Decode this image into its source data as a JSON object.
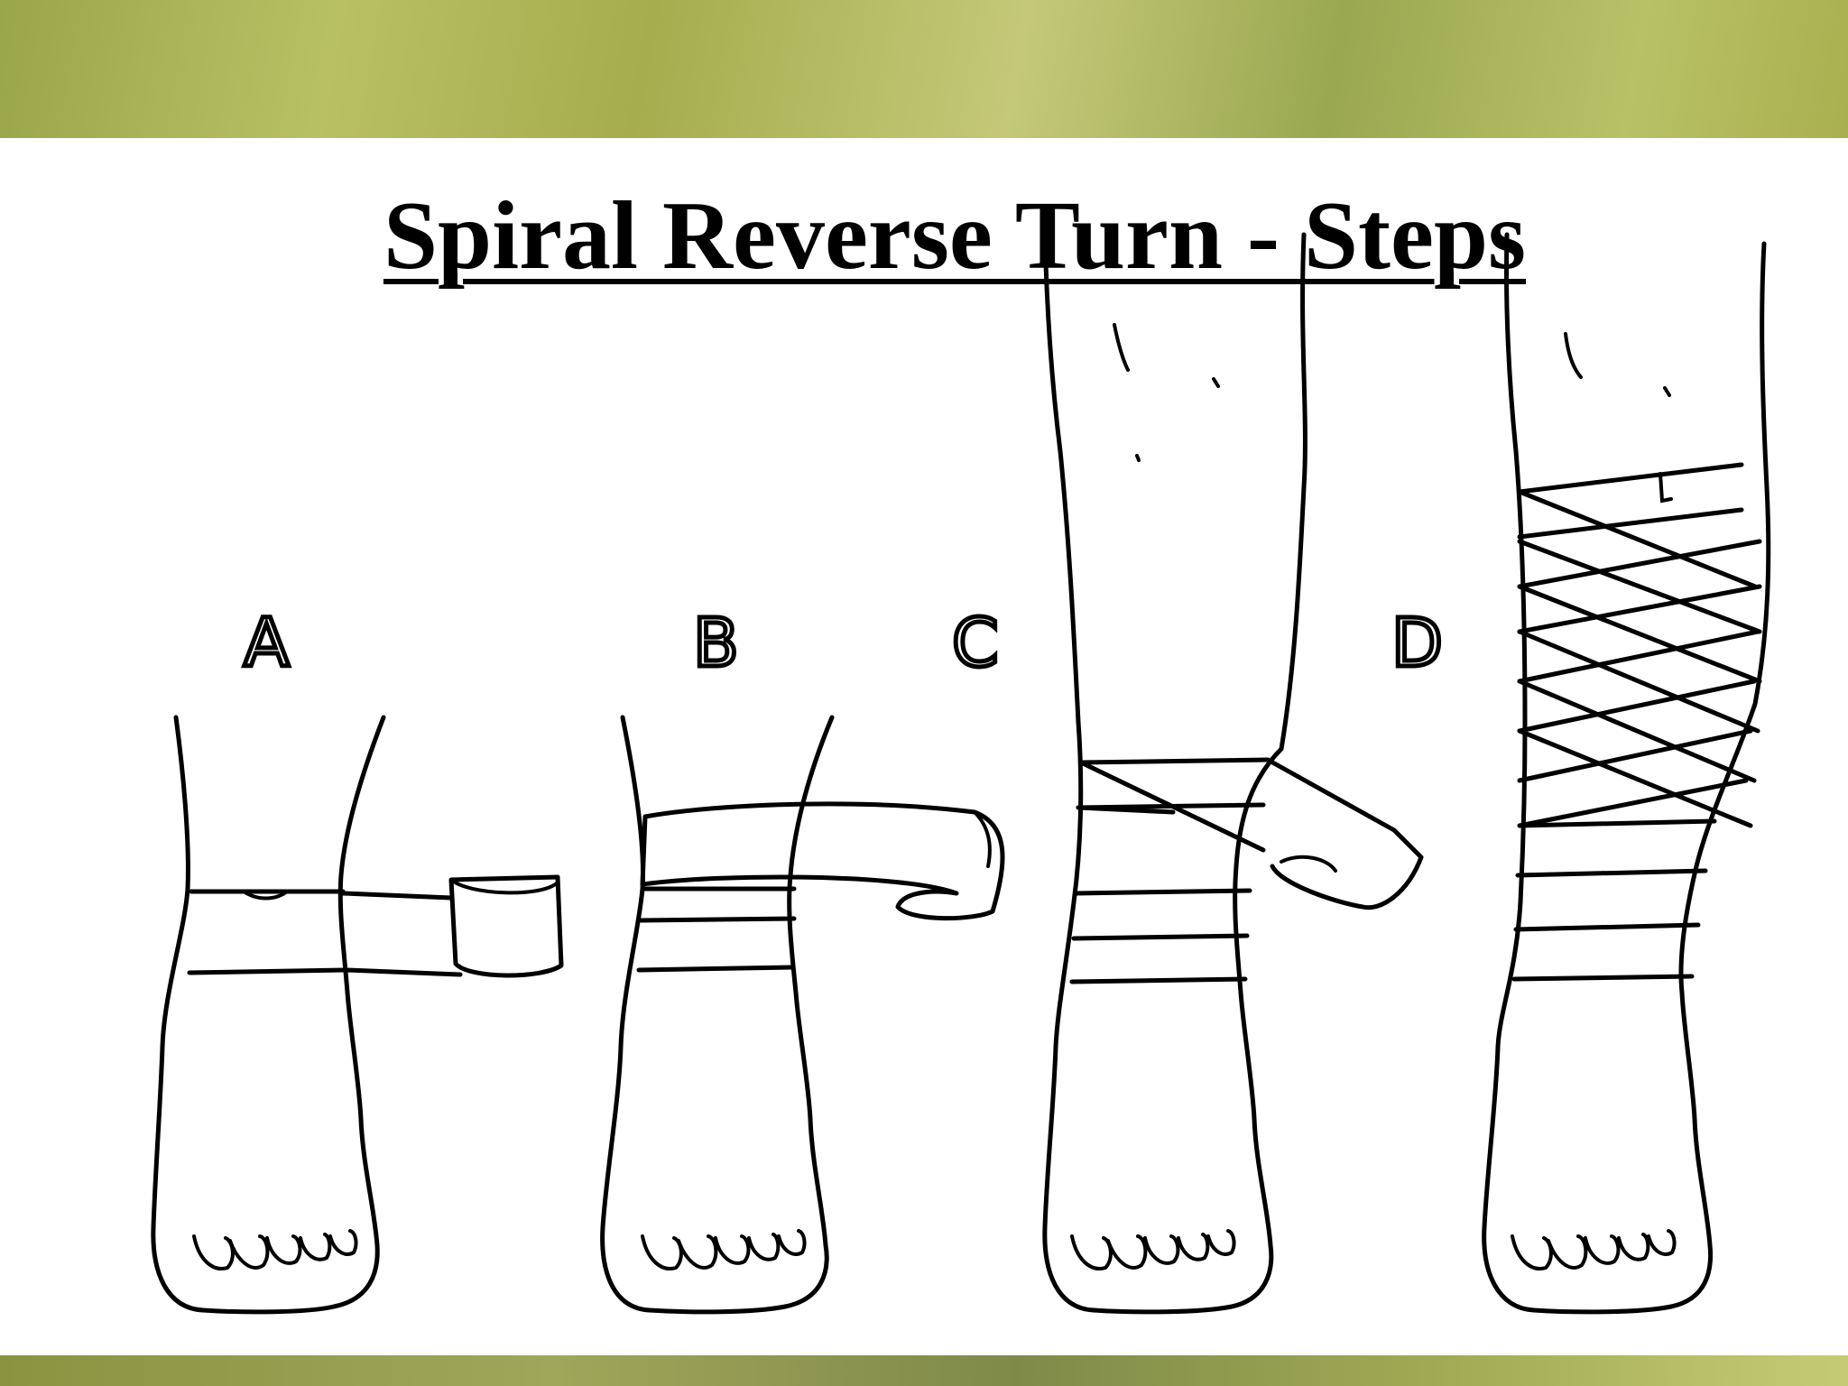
{
  "slide": {
    "title": "Spiral Reverse Turn - Steps"
  },
  "diagram": {
    "panels": [
      {
        "label": "A"
      },
      {
        "label": "B"
      },
      {
        "label": "C"
      },
      {
        "label": "D"
      }
    ]
  },
  "colors": {
    "band": "#a8b04f",
    "ink": "#000000",
    "background": "#ffffff"
  }
}
